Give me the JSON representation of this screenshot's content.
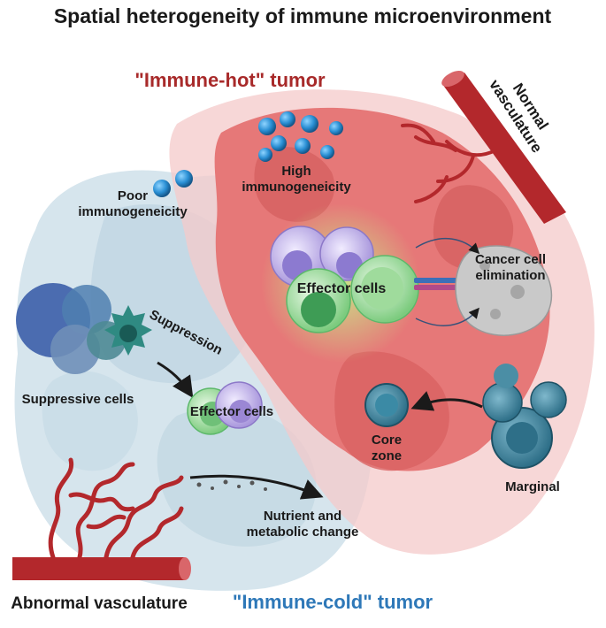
{
  "title": "Spatial heterogeneity of immune microenvironment",
  "hot_tumor": {
    "label": "\"Immune-hot\" tumor",
    "color": "#a82a2a"
  },
  "cold_tumor": {
    "label": "\"Immune-cold\" tumor",
    "color": "#2e78b8"
  },
  "normal_vasculature": {
    "line1": "Normal",
    "line2": "vasculature"
  },
  "abnormal_vasculature": {
    "label": "Abnormal vasculature"
  },
  "high_immunogeneicity": {
    "line1": "High",
    "line2": "immunogeneicity"
  },
  "poor_immunogeneicity": {
    "line1": "Poor",
    "line2": "immunogeneicity"
  },
  "effector_hot": {
    "label": "Effector cells"
  },
  "effector_cold": {
    "label": "Effector cells"
  },
  "cancer_elimination": {
    "line1": "Cancer cell",
    "line2": "elimination"
  },
  "suppression": {
    "label": "Suppression"
  },
  "suppressive_cells": {
    "label": "Suppressive cells"
  },
  "core_zone": {
    "line1": "Core",
    "line2": "zone"
  },
  "marginal": {
    "label": "Marginal"
  },
  "nutrient": {
    "line1": "Nutrient and",
    "line2": "metabolic change"
  },
  "colors": {
    "tumor_hot": "#e46a6a",
    "tumor_cold": "#c9dce8",
    "vessel": "#b3282c",
    "effector_green": "#5cb86a",
    "effector_purple": "#9b87d4",
    "suppressive_blue": "#3c5ea8",
    "antigen_blue": "#2a8fd4"
  }
}
